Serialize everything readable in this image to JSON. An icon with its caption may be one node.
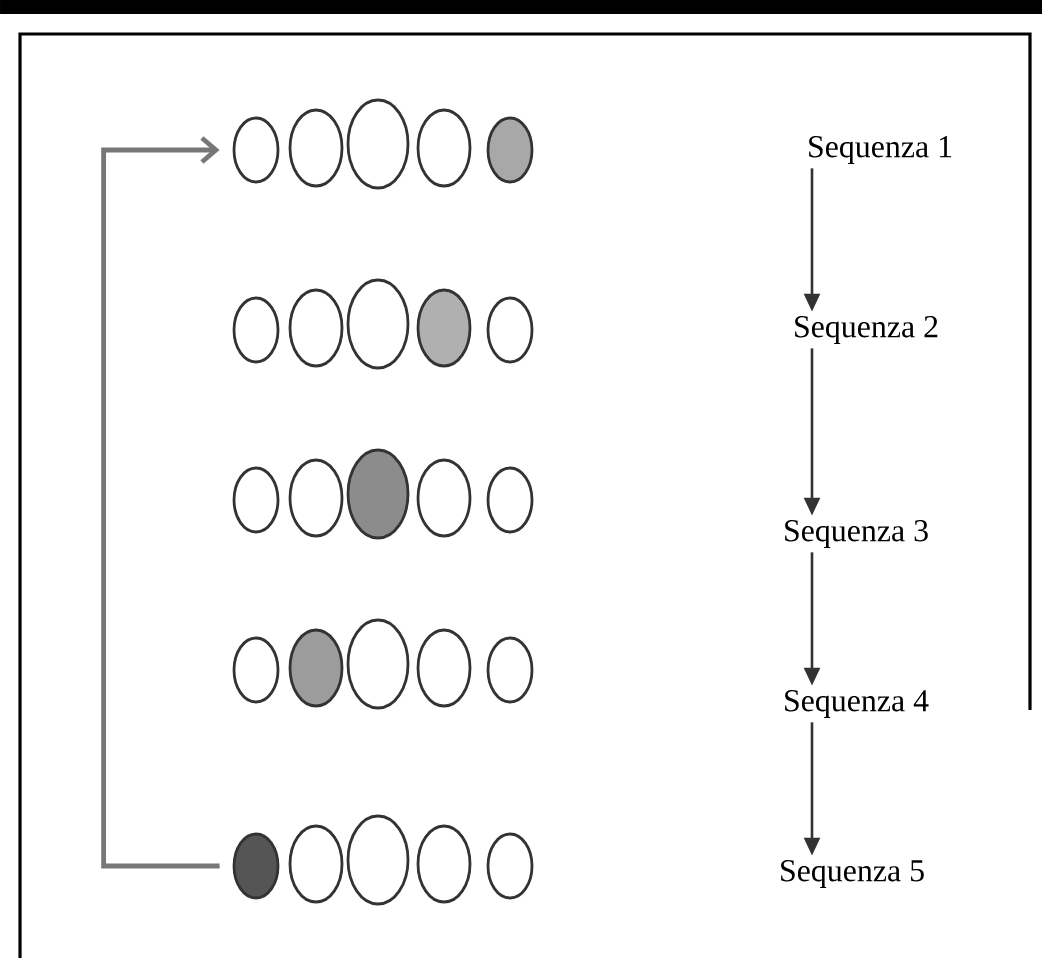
{
  "diagram": {
    "nodes": [
      {
        "text": [],
        "shape": "picture"
      },
      {
        "text": [],
        "shape": "picture"
      },
      {
        "text": [],
        "shape": "picture"
      },
      {
        "text": [],
        "shape": "picture"
      },
      {
        "text": [],
        "shape": "picture"
      },
      {
        "text": [
          "Sequenza 1"
        ]
      },
      {
        "text": [
          "Sequenza 2"
        ]
      },
      {
        "text": [
          "Sequenza 3"
        ]
      },
      {
        "text": [
          "Sequenza 4"
        ]
      },
      {
        "text": [
          "Sequenza 5"
        ]
      }
    ],
    "edges": [
      {
        "from": 5,
        "to": 6,
        "arrow": "to"
      },
      {
        "from": 6,
        "to": 7,
        "arrow": "to"
      },
      {
        "from": 7,
        "to": 8,
        "arrow": "to"
      },
      {
        "from": 8,
        "to": 9,
        "arrow": "to"
      },
      {
        "from": 4,
        "to": 0,
        "arrow": "to",
        "color": "#777777"
      }
    ]
  }
}
